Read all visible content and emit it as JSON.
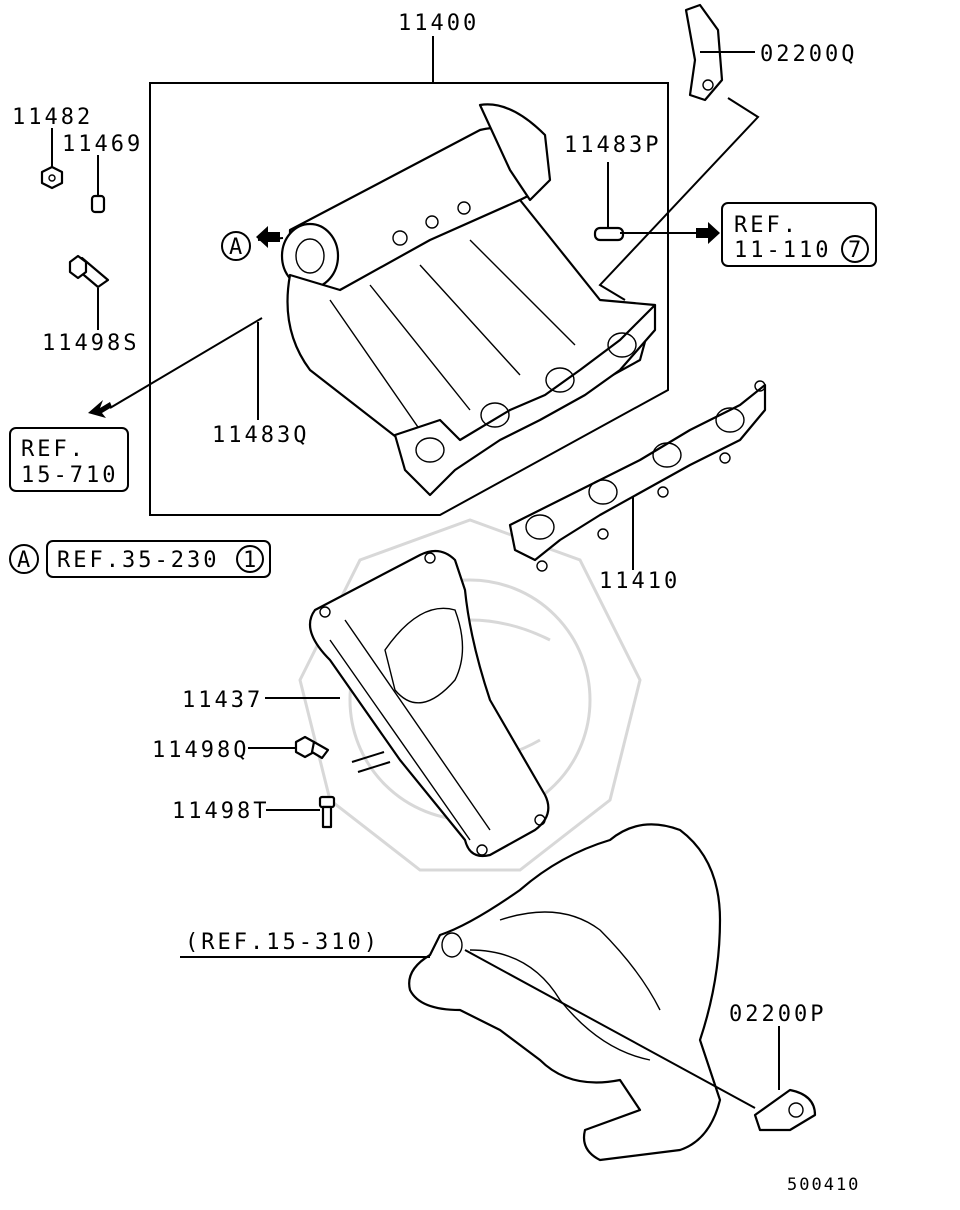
{
  "diagram": {
    "labels": {
      "main_assembly": "11400",
      "bracket_top": "02200Q",
      "nut": "11482",
      "stud": "11469",
      "pin_right": "11483P",
      "bolt_s": "11498S",
      "pin_left": "11483Q",
      "gasket": "11410",
      "stay": "11437",
      "bolt_q": "11498Q",
      "bolt_t": "11498T",
      "exhaust_ref": "(REF.15-310)",
      "bracket_bottom": "02200P",
      "figure_code": "500410"
    },
    "refs": {
      "ref_11_text": "REF.",
      "ref_11_num": "11-110",
      "ref_11_circle": "7",
      "ref_15_text": "REF.",
      "ref_15_num": "15-710",
      "ref_35_num": "REF.35-230",
      "ref_35_circle": "1",
      "marker_a": "A"
    }
  }
}
